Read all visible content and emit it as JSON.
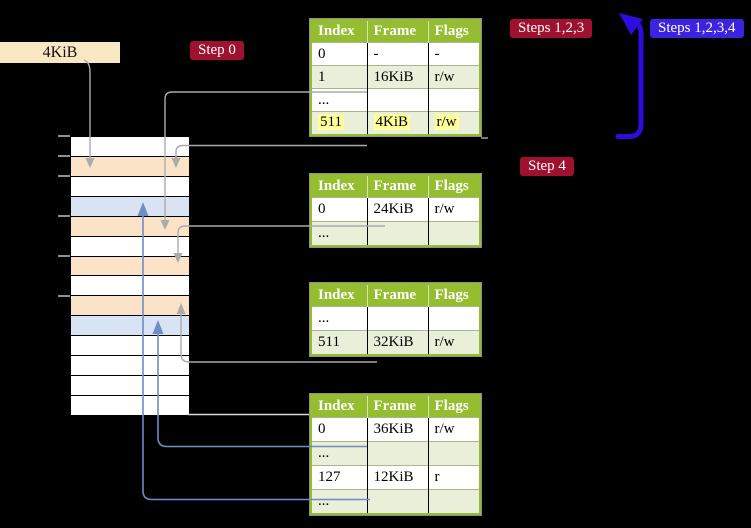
{
  "labels": {
    "page_size": "4KiB",
    "step0": "Step 0",
    "steps123": "Steps 1,2,3",
    "steps1234": "Steps 1,2,3,4",
    "step4": "Step 4"
  },
  "memory": {
    "rows": [
      "white",
      "peach",
      "white",
      "blue",
      "peach",
      "white",
      "peach",
      "white",
      "peach",
      "blue",
      "white",
      "white",
      "white",
      "white"
    ],
    "tick_offsets": [
      0,
      20,
      40,
      80,
      120,
      160
    ]
  },
  "tables": [
    {
      "name": "page-table-step0",
      "headers": [
        "Index",
        "Frame",
        "Flags"
      ],
      "rows": [
        {
          "cells": [
            "0",
            "-",
            "-"
          ]
        },
        {
          "cells": [
            "1",
            "16KiB",
            "r/w"
          ]
        },
        {
          "cells": [
            "...",
            "",
            ""
          ]
        },
        {
          "cells": [
            "511",
            "4KiB",
            "r/w"
          ],
          "highlight": true
        }
      ]
    },
    {
      "name": "page-table-2",
      "headers": [
        "Index",
        "Frame",
        "Flags"
      ],
      "rows": [
        {
          "cells": [
            "0",
            "24KiB",
            "r/w"
          ]
        },
        {
          "cells": [
            "...",
            "",
            ""
          ]
        }
      ]
    },
    {
      "name": "page-table-3",
      "headers": [
        "Index",
        "Frame",
        "Flags"
      ],
      "rows": [
        {
          "cells": [
            "...",
            "",
            ""
          ]
        },
        {
          "cells": [
            "511",
            "32KiB",
            "r/w"
          ]
        }
      ]
    },
    {
      "name": "page-table-4",
      "headers": [
        "Index",
        "Frame",
        "Flags"
      ],
      "rows": [
        {
          "cells": [
            "0",
            "36KiB",
            "r/w"
          ]
        },
        {
          "cells": [
            "...",
            "",
            ""
          ]
        },
        {
          "cells": [
            "127",
            "12KiB",
            "r"
          ]
        },
        {
          "cells": [
            "...",
            "",
            ""
          ]
        }
      ]
    }
  ],
  "connectors": [
    {
      "from": "4KiB label",
      "to": "memory frame row 2 (4KiB)",
      "color": "gray"
    },
    {
      "from": "table step0 index 1 (16KiB)",
      "to": "memory frame row 5",
      "color": "gray"
    },
    {
      "from": "table step0 index 511 (4KiB)",
      "to": "memory frame row 2",
      "color": "gray"
    },
    {
      "from": "table 2 index 0 (24KiB)",
      "to": "memory frame row 7",
      "color": "gray"
    },
    {
      "from": "table 3 index 511 (32KiB)",
      "to": "memory frame row 9",
      "color": "gray"
    },
    {
      "from": "table 4 index 0 (36KiB)",
      "to": "memory frame row 10",
      "color": "steel-blue"
    },
    {
      "from": "table 4 index 127 (12KiB)",
      "to": "memory frame row 4",
      "color": "steel-blue"
    },
    {
      "from": "memory column bottom",
      "to": "table 4",
      "color": "light-gray"
    },
    {
      "from": "table step0 row 511",
      "to": "Steps labels",
      "color": "big-blue-arrow"
    }
  ],
  "colors": {
    "bg": "#000000",
    "green": "#94bd2f",
    "rowgreen": "#e9efd8",
    "cream": "#f8e7c3",
    "peach": "#fbe3c7",
    "bluerow": "#d8e4f4",
    "crimson": "#9e1230",
    "bluebadge": "#3b23e0",
    "bigblue": "#2b0edd",
    "steel": "#6d8ec7",
    "grayline": "#ababab",
    "hl": "#ffff99"
  }
}
